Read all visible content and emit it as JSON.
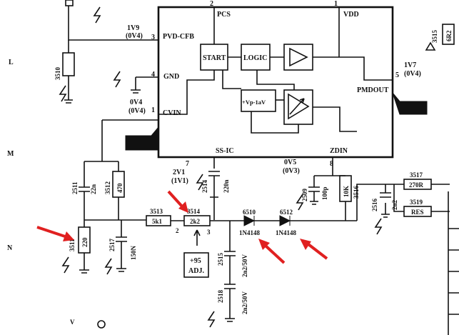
{
  "ic": {
    "pins": {
      "pcs_num": "2",
      "pcs": "PCS",
      "vdd_num": "1",
      "vdd": "VDD",
      "pvd_num": "3",
      "pvd": "PVD-CFB",
      "gnd_num": "4",
      "gnd": "GND",
      "cvin_num": "1",
      "cvin": "CVIN",
      "pmdout_num": "5",
      "pmdout": "PMDOUT",
      "ssic_num": "7",
      "ssic": "SS-IC",
      "zdin_num": "8",
      "zdin": "ZDIN"
    },
    "blocks": {
      "start": "START",
      "logic": "LOGIC",
      "vref": "+Vp-1aV"
    }
  },
  "voltages": {
    "pvd_v": "1V9",
    "pvd_v2": "(0V4)",
    "cvin_v": "0V4",
    "cvin_v2": "(0V4)",
    "ssic_v": "2V1",
    "ssic_v2": "(1V1)",
    "zdin_v": "0V5",
    "zdin_v2": "(0V3)",
    "pmd_v": "1V7",
    "pmd_v2": "(0V4)"
  },
  "components": {
    "r3510": "3510",
    "r3511": "3511",
    "r3511_val": "220",
    "c2511": "2511",
    "c2511_val": "22n",
    "r3512": "3512",
    "r3512_val": "470",
    "c2517": "2517",
    "c2517_val": "150N",
    "r3513": "3513",
    "r3513_val": "5k1",
    "r3514": "3514",
    "r3514_val": "2k2",
    "pot_pin2": "2",
    "pot_pin3": "3",
    "adj_line1": "+95",
    "adj_line2": "ADJ.",
    "c2514": "2514",
    "c2514_val": "220n",
    "c2515": "2515",
    "c2515_val": "2n2/50V",
    "c2518": "2518",
    "c2518_val": "2n2/50V",
    "d6510": "6510",
    "d6510_val": "1N4148",
    "d6512": "6512",
    "d6512_val": "1N4148",
    "c2509": "2509",
    "c2509_val": "100p",
    "r3516": "3516",
    "r3516_val": "10K",
    "c2516": "2516",
    "c2516_val": "2n2",
    "r3517": "3517",
    "r3517_val": "270R",
    "r3519": "3519",
    "r3519_val": "RES",
    "r3515": "3515",
    "r3515_val": "6R2"
  },
  "margin": {
    "L": "L",
    "M1": "M",
    "N": "N"
  },
  "misc": {
    "v_mark": "V"
  }
}
